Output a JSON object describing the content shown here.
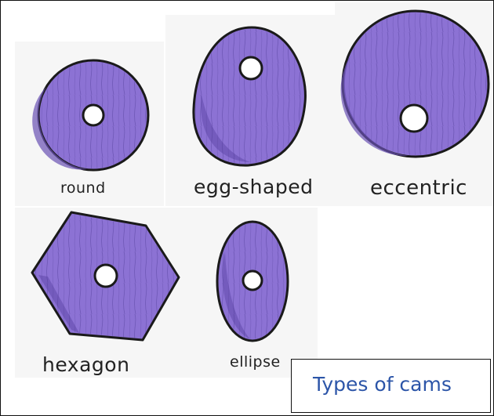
{
  "cams": [
    {
      "label": "round"
    },
    {
      "label": "egg-shaped"
    },
    {
      "label": "eccentric"
    },
    {
      "label": "hexagon"
    },
    {
      "label": "ellipse"
    }
  ],
  "caption": {
    "text": "Types of cams",
    "color": "#2c55a8"
  },
  "colors": {
    "cam_fill": "#8c72d4",
    "cam_shade": "#6a51b4",
    "outline": "#1a1a1a"
  }
}
